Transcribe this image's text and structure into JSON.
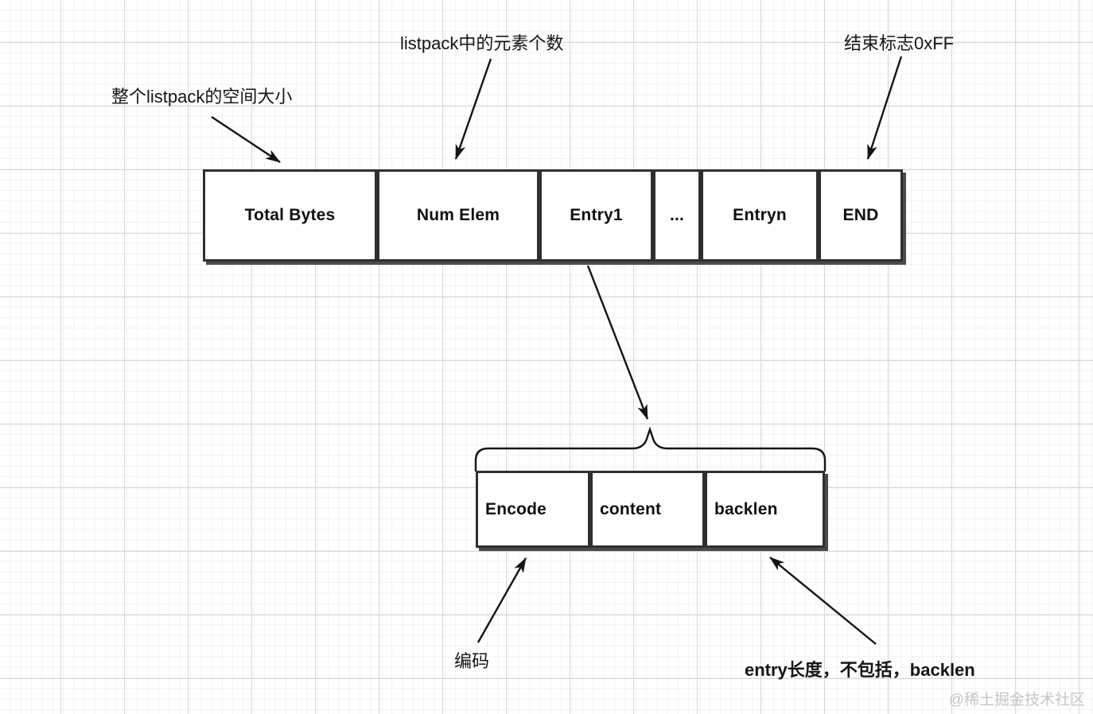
{
  "diagram": {
    "title_hint": "listpack structure diagram",
    "listpack_row": {
      "cells": [
        {
          "label": "Total Bytes"
        },
        {
          "label": "Num Elem"
        },
        {
          "label": "Entry1"
        },
        {
          "label": "..."
        },
        {
          "label": "Entryn"
        },
        {
          "label": "END"
        }
      ]
    },
    "entry_row": {
      "cells": [
        {
          "label": "Encode"
        },
        {
          "label": "content"
        },
        {
          "label": "backlen"
        }
      ]
    },
    "annotations": {
      "total_bytes": "整个listpack的空间大小",
      "num_elem": "listpack中的元素个数",
      "end_flag": "结束标志0xFF",
      "encode": "编码",
      "backlen": "entry长度，不包括，backlen"
    },
    "watermark": "@稀土掘金技术社区",
    "colors": {
      "box_border": "#2f2f2f",
      "box_fill": "#ffffff",
      "box_shadow": "#4a4a4a",
      "arrow": "#141414",
      "grid_major": "#d7d7d7",
      "grid_minor": "#f1f1f1",
      "watermark": "#c6c6c6"
    }
  }
}
